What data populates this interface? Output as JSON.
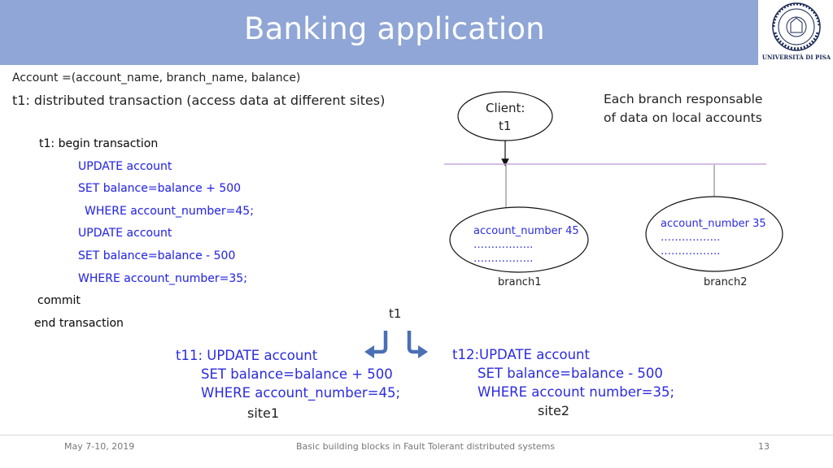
{
  "header": {
    "title": "Banking application",
    "logo_caption": "UNIVERSITÀ DI PISA"
  },
  "intro": {
    "schema": "Account =(account_name, branch_name, balance)",
    "t1_desc": "t1: distributed transaction  (access data at different sites)"
  },
  "transaction": {
    "begin": "t1: begin transaction",
    "lines": [
      "UPDATE account",
      "SET balance=balance + 500",
      "WHERE account_number=45;",
      "UPDATE account",
      "SET balance=balance - 500",
      "WHERE account_number=35;"
    ],
    "commit": "commit",
    "end": "end transaction"
  },
  "diagram": {
    "client_line1": "Client:",
    "client_line2": "t1",
    "note_line1": "Each branch responsable",
    "note_line2": "of  data on  local accounts",
    "branch1": {
      "account": "account_number 45",
      "dots1": "……………..",
      "dots2": "……………..",
      "label": "branch1"
    },
    "branch2": {
      "account": "account_number 35",
      "dots1": "……………..",
      "dots2": "……………..",
      "label": "branch2"
    },
    "t1_label": "t1"
  },
  "subtransactions": {
    "t11": {
      "line1": "t11: UPDATE account",
      "line2": "SET balance=balance + 500",
      "line3": "WHERE account_number=45;",
      "site": "site1"
    },
    "t12": {
      "line1": "t12:UPDATE account",
      "line2": "SET balance=balance - 500",
      "line3": "WHERE account number=35;",
      "site": "site2"
    }
  },
  "footer": {
    "date": "May 7-10, 2019",
    "center": "Basic building blocks in Fault Tolerant distributed systems",
    "page": "13"
  },
  "colors": {
    "header_bg": "#8fa6d6",
    "code_blue": "#2b2be0",
    "arrow_blue": "#4a6fb5",
    "network_line": "#c9a6dc"
  }
}
